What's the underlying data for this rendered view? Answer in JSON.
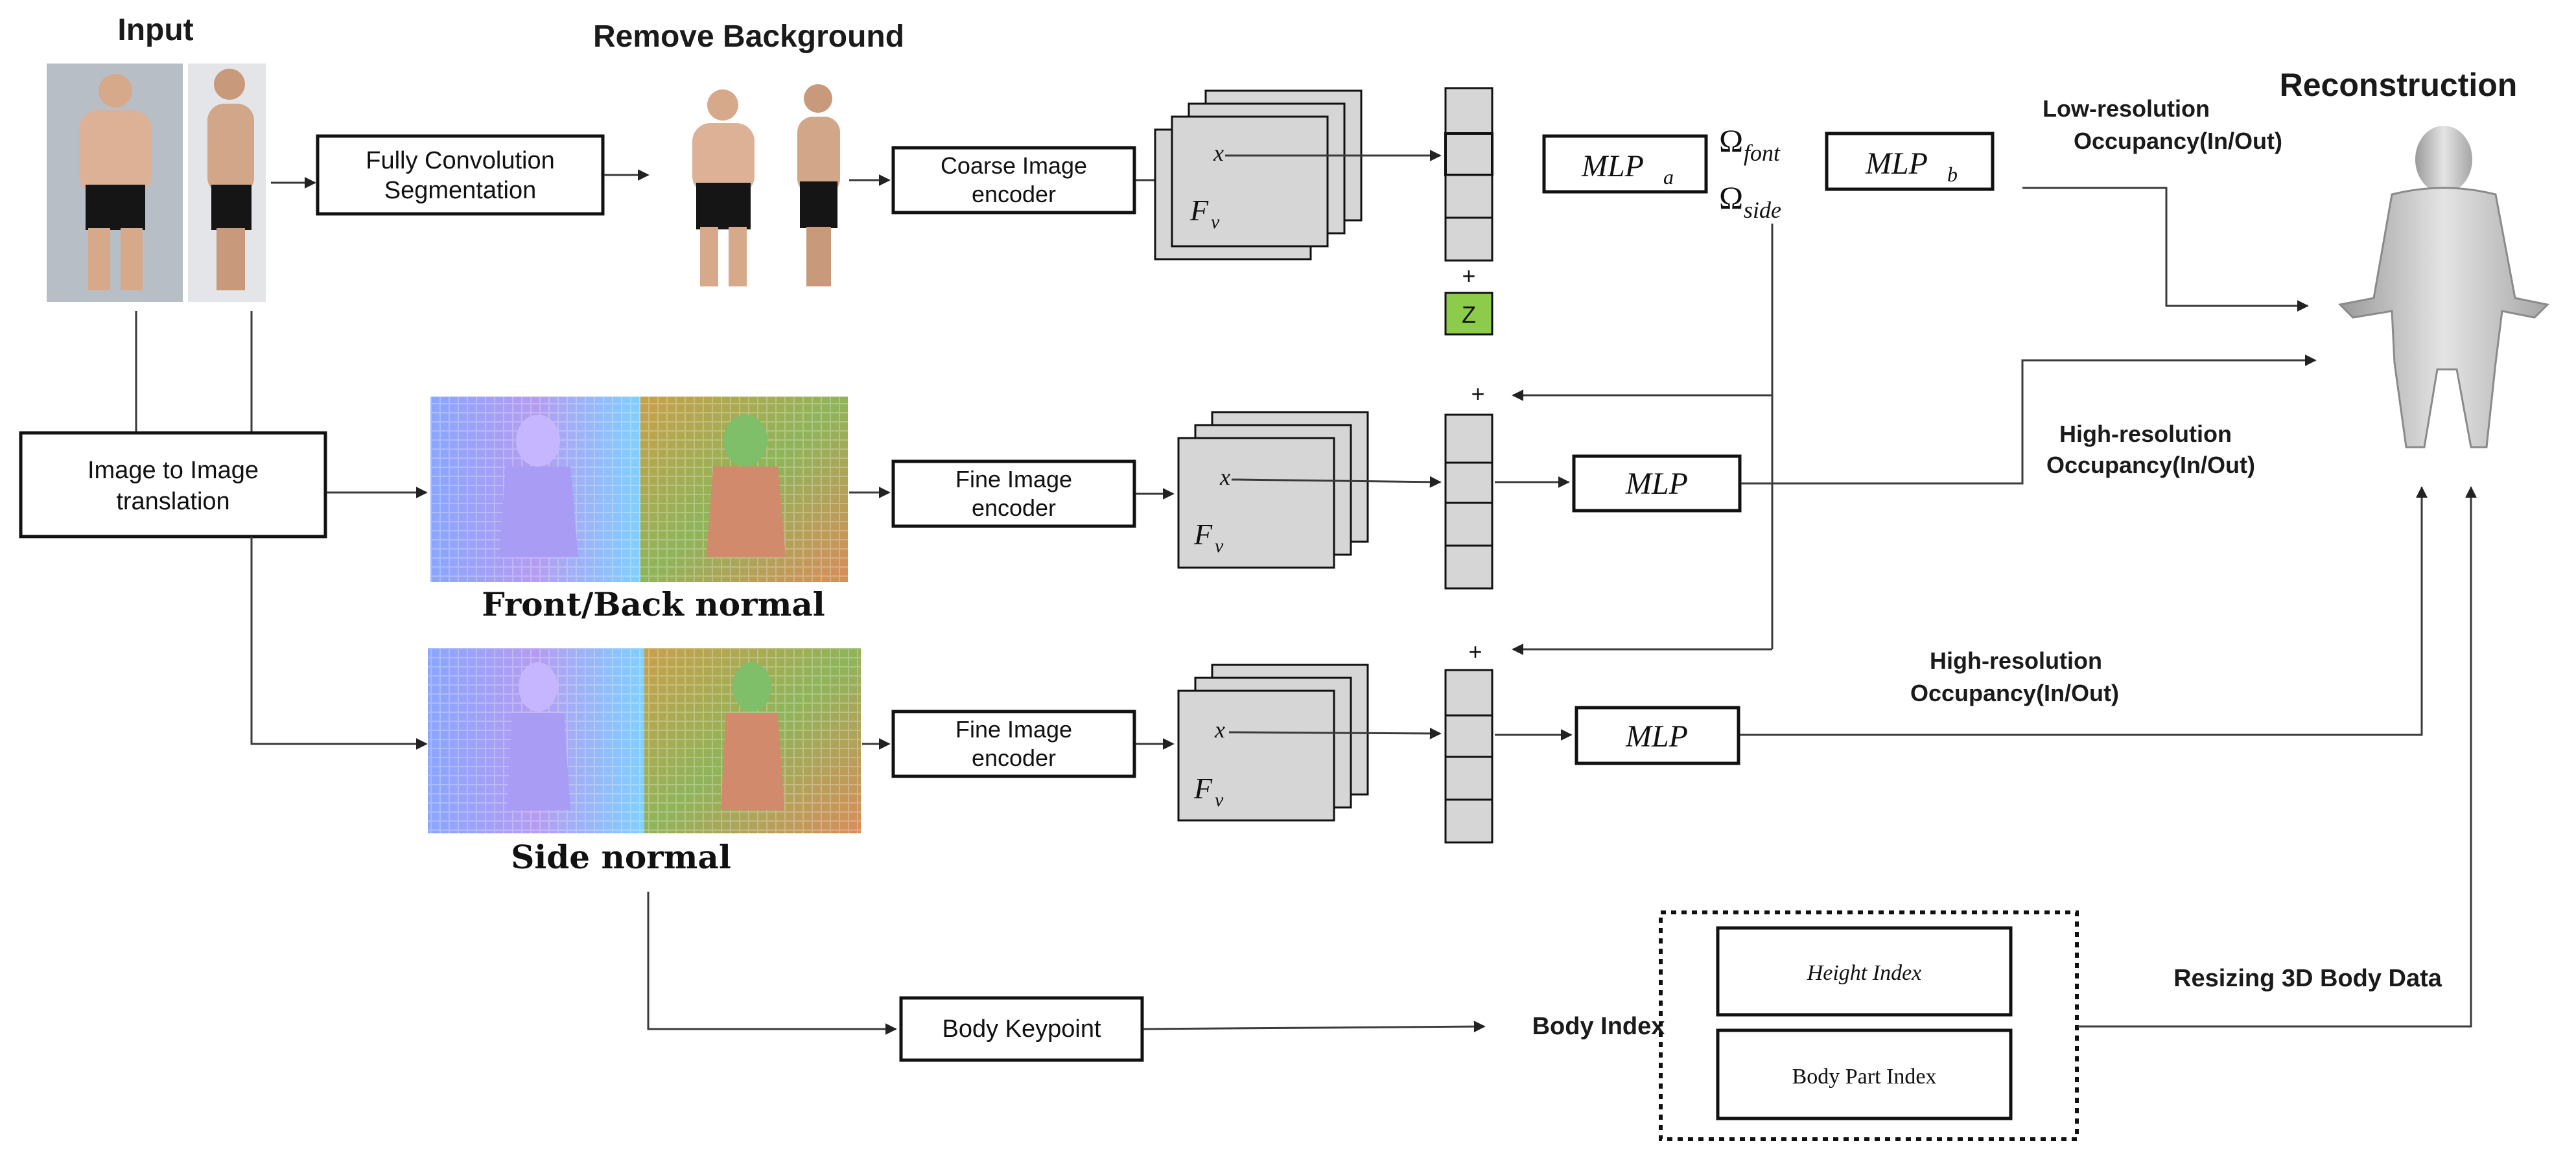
{
  "labels": {
    "input": "Input",
    "remove_background": "Remove Background",
    "reconstruction": "Reconstruction",
    "front_back_normal": "Front/Back normal",
    "side_normal": "Side normal",
    "low_res_1": "Low-resolution",
    "low_res_2": "Occupancy(In/Out)",
    "high_res_a_1": "High-resolution",
    "high_res_a_2": "Occupancy(In/Out)",
    "high_res_b_1": "High-resolution",
    "high_res_b_2": "Occupancy(In/Out)",
    "body_index": "Body Index",
    "resizing": "Resizing 3D Body Data"
  },
  "boxes": {
    "fcs_1": "Fully Convolution",
    "fcs_2": "Segmentation",
    "i2i_1": "Image to Image",
    "i2i_2": "translation",
    "coarse_1": "Coarse Image",
    "coarse_2": "encoder",
    "fine_a_1": "Fine Image",
    "fine_a_2": "encoder",
    "fine_b_1": "Fine Image",
    "fine_b_2": "encoder",
    "keypoint": "Body Keypoint",
    "height_index": "Height Index",
    "body_part_index": "Body Part Index"
  },
  "math": {
    "mlp_a": "MLP",
    "mlp_a_sub": "a",
    "mlp_b": "MLP",
    "mlp_b_sub": "b",
    "mlp_1": "MLP",
    "mlp_2": "MLP",
    "omega_font": "Ω",
    "omega_font_sub": "font",
    "omega_side": "Ω",
    "omega_side_sub": "side",
    "x": "x",
    "fv": "F",
    "fv_sub": "v",
    "plus": "+",
    "z": "Z"
  },
  "colors": {
    "line": "#3a3a3a",
    "feature_fill": "#d6d6d6",
    "z_fill": "#8ccc4a"
  }
}
